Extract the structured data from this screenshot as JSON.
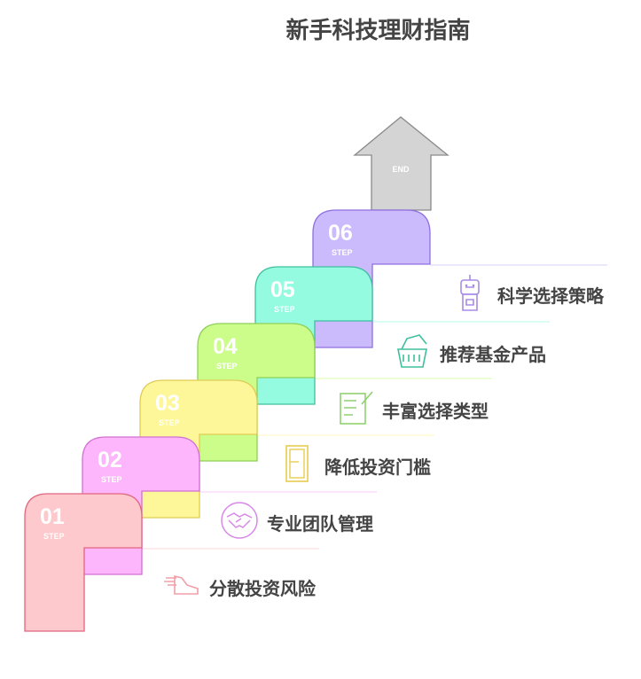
{
  "title": "新手科技理财指南",
  "end_label": "END",
  "step_word": "STEP",
  "steps": [
    {
      "num": "01",
      "label": "分散投资风险",
      "icon": "sneaker-icon",
      "fill": "#fdc9cc",
      "stroke": "#e06680"
    },
    {
      "num": "02",
      "label": "专业团队管理",
      "icon": "handshake-icon",
      "fill": "#fdb5fb",
      "stroke": "#d070d0"
    },
    {
      "num": "03",
      "label": "降低投资门槛",
      "icon": "door-icon",
      "fill": "#fdf79a",
      "stroke": "#e0cc55"
    },
    {
      "num": "04",
      "label": "丰富选择类型",
      "icon": "checklist-icon",
      "fill": "#ccfd8a",
      "stroke": "#8ecf5a"
    },
    {
      "num": "05",
      "label": "推荐基金产品",
      "icon": "money-basket-icon",
      "fill": "#94fbe0",
      "stroke": "#3fbf9e"
    },
    {
      "num": "06",
      "label": "科学选择策略",
      "icon": "robot-icon",
      "fill": "#cbbafc",
      "stroke": "#8f6fe0"
    }
  ],
  "arrow_color": "#d4d4d4"
}
